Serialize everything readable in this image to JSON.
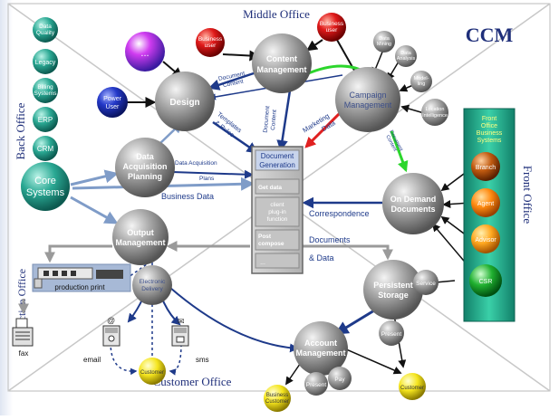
{
  "title": "CCM",
  "regions": {
    "middle_office": "Middle Office",
    "back_office": "Back Office",
    "front_office": "Front Office",
    "production_office": "Production Office",
    "customer_office": "Customer Office"
  },
  "nodes": {
    "design": "Design",
    "content_management": [
      "Content",
      "Management"
    ],
    "campaign_management": [
      "Campaign",
      "Management"
    ],
    "data_acquisition_planning": [
      "Data",
      "Acquisition",
      "Planning"
    ],
    "on_demand_documents": [
      "On Demand",
      "Documents"
    ],
    "output_management": [
      "Output",
      "Management"
    ],
    "electronic_delivery": [
      "Electronic",
      "Delivery"
    ],
    "persistent_storage": [
      "Persistent",
      "Storage"
    ],
    "account_management": [
      "Account",
      "Management"
    ],
    "ellipsis": "...",
    "power_user": [
      "Power",
      "User"
    ],
    "business_user_1": [
      "Business",
      "user"
    ],
    "business_user_2": [
      "Business",
      "user"
    ],
    "data_mining": [
      "Data",
      "Mining"
    ],
    "data_analysis": [
      "Data",
      "Analysis"
    ],
    "modelling": [
      "Model-",
      "ling"
    ],
    "location_intelligence": [
      "Location",
      "Intelligence"
    ],
    "service": "Service",
    "present_storage": "Present",
    "present_account": "Present",
    "pay": "Pay",
    "customer_email": "Customer",
    "customer_account": "Customer",
    "business_customer": [
      "Business",
      "Customer"
    ]
  },
  "back_office_systems": {
    "data_quality": [
      "Data",
      "Quality"
    ],
    "legacy": "Legacy",
    "billing_systems": [
      "Billing",
      "Systems"
    ],
    "erp": "ERP",
    "crm": "CRM",
    "core_systems": [
      "Core",
      "Systems"
    ]
  },
  "front_office_panel": {
    "header": [
      "Front",
      "Office",
      "Business",
      "Systems"
    ],
    "items": [
      "Branch",
      "Agent",
      "Advisor",
      "CSR"
    ]
  },
  "doc_generation": {
    "title": [
      "Document",
      "Generation"
    ],
    "rows": [
      [
        "Get data"
      ],
      [
        "client",
        "plug-in",
        "function"
      ],
      [
        "Post",
        "compose"
      ],
      [
        "..."
      ]
    ]
  },
  "edge_labels": {
    "document_content_1": [
      "Document",
      "Content"
    ],
    "document_content_2": [
      "Document",
      "Content"
    ],
    "templates_rules": [
      "Templates",
      "& Rules"
    ],
    "marketing_data": [
      "Marketing",
      "Data"
    ],
    "document_content_3": [
      "Document",
      "Content"
    ],
    "data_acquisition_plans": [
      "Data Acquisition",
      "Plans"
    ],
    "business_data": "Business Data",
    "correspondence": "Correspondence",
    "documents_data": [
      "Documents",
      "& Data"
    ]
  },
  "production": {
    "print_label": "production print",
    "fax": "fax",
    "email": "email",
    "sms": "sms"
  },
  "colors": {
    "gray_node": "#8c8c8c",
    "teal_system": "#2a9d8f",
    "green_panel": "#2bb58a",
    "red_user": "#d32020",
    "blue_user": "#1a2fa8",
    "magenta": "#c020e0",
    "yellow_customer": "#f0e020",
    "arrow_blue": "#1e3a8a",
    "arrow_light": "#7f9cc8",
    "arrow_green": "#2cd62c",
    "arrow_red": "#e02020",
    "title_blue": "#1f2f7a"
  }
}
